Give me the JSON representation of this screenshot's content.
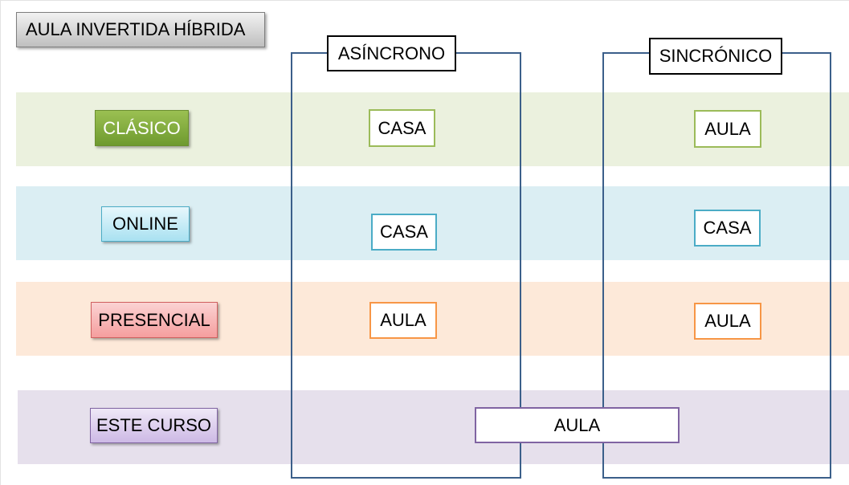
{
  "title": "AULA INVERTIDA HÍBRIDA",
  "columns": {
    "asynchronous": "ASÍNCRONO",
    "synchronous": "SINCRÓNICO"
  },
  "rows": [
    {
      "label": "CLÁSICO",
      "async": "CASA",
      "sync": "AULA",
      "color": "#9bbb59"
    },
    {
      "label": "ONLINE",
      "async": "CASA",
      "sync": "CASA",
      "color": "#4bacc6"
    },
    {
      "label": "PRESENCIAL",
      "async": "AULA",
      "sync": "AULA",
      "color": "#f79646"
    },
    {
      "label": "ESTE CURSO",
      "both": "AULA",
      "color": "#8064a2"
    }
  ],
  "colors": {
    "column_frame": "#3b5f8a"
  }
}
